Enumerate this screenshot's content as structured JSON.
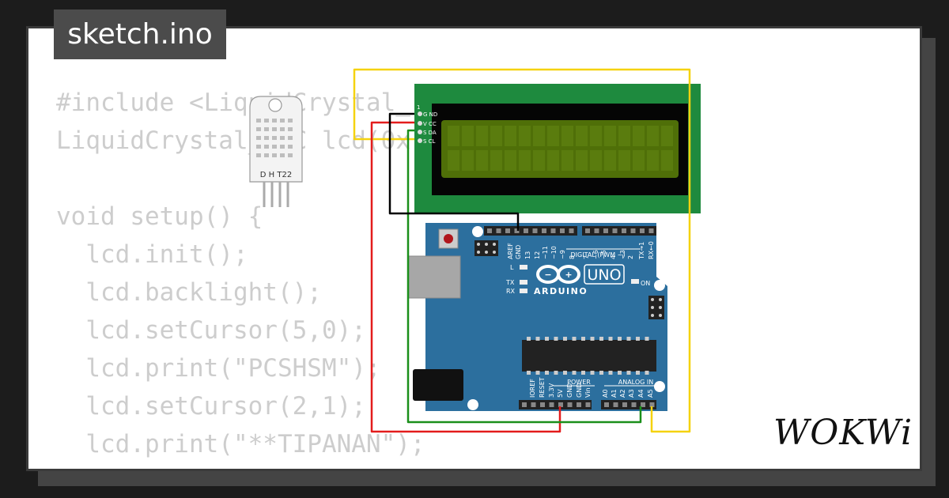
{
  "file_tab": {
    "label": "sketch.ino"
  },
  "code": {
    "lines": [
      "#include <LiquidCrystal_",
      "LiquidCrystal_I2C lcd(0x",
      "",
      "void setup() {",
      "  lcd.init();",
      "  lcd.backlight();",
      "  lcd.setCursor(5,0);",
      "  lcd.print(\"PCSHSM\");",
      "  lcd.setCursor(2,1);",
      "  lcd.print(\"**TIPANAN\");"
    ]
  },
  "dht22": {
    "label": "D H T22"
  },
  "lcd_module": {
    "pin_index": "1",
    "pins": [
      "G ND",
      "V CC",
      "S DA",
      "S CL"
    ]
  },
  "arduino": {
    "brand": "ARDUINO",
    "model": "UNO",
    "digital_label": "DIGITAL (PWM ~)",
    "power_label": "POWER",
    "analog_label": "ANALOG IN",
    "on_label": "ON",
    "led_labels": [
      "L",
      "TX",
      "RX"
    ],
    "top_pins": [
      "AREF",
      "GND",
      "13",
      "12",
      "~11",
      "~10",
      "~9",
      "8",
      "7",
      "~6",
      "~5",
      "4",
      "~3",
      "2",
      "TX→1",
      "RX←0"
    ],
    "power_pins": [
      "IOREF",
      "RESET",
      "3.3V",
      "5V",
      "GND",
      "GND",
      "Vin"
    ],
    "analog_pins": [
      "A0",
      "A1",
      "A2",
      "A3",
      "A4",
      "A5"
    ]
  },
  "brand_logo": {
    "text": "WOKWi"
  },
  "colors": {
    "background": "#1c1c1c",
    "card": "#ffffff",
    "code_text": "#cdcdcd",
    "tab": "#4b4b4b",
    "board": "#2c6f9e",
    "lcd_pcb": "#1e8a3e",
    "lcd_screen": "#4f6f08",
    "wire_yellow": "#f5d20f",
    "wire_red": "#e31c1c",
    "wire_green": "#1a8f1a",
    "wire_black": "#000000"
  }
}
